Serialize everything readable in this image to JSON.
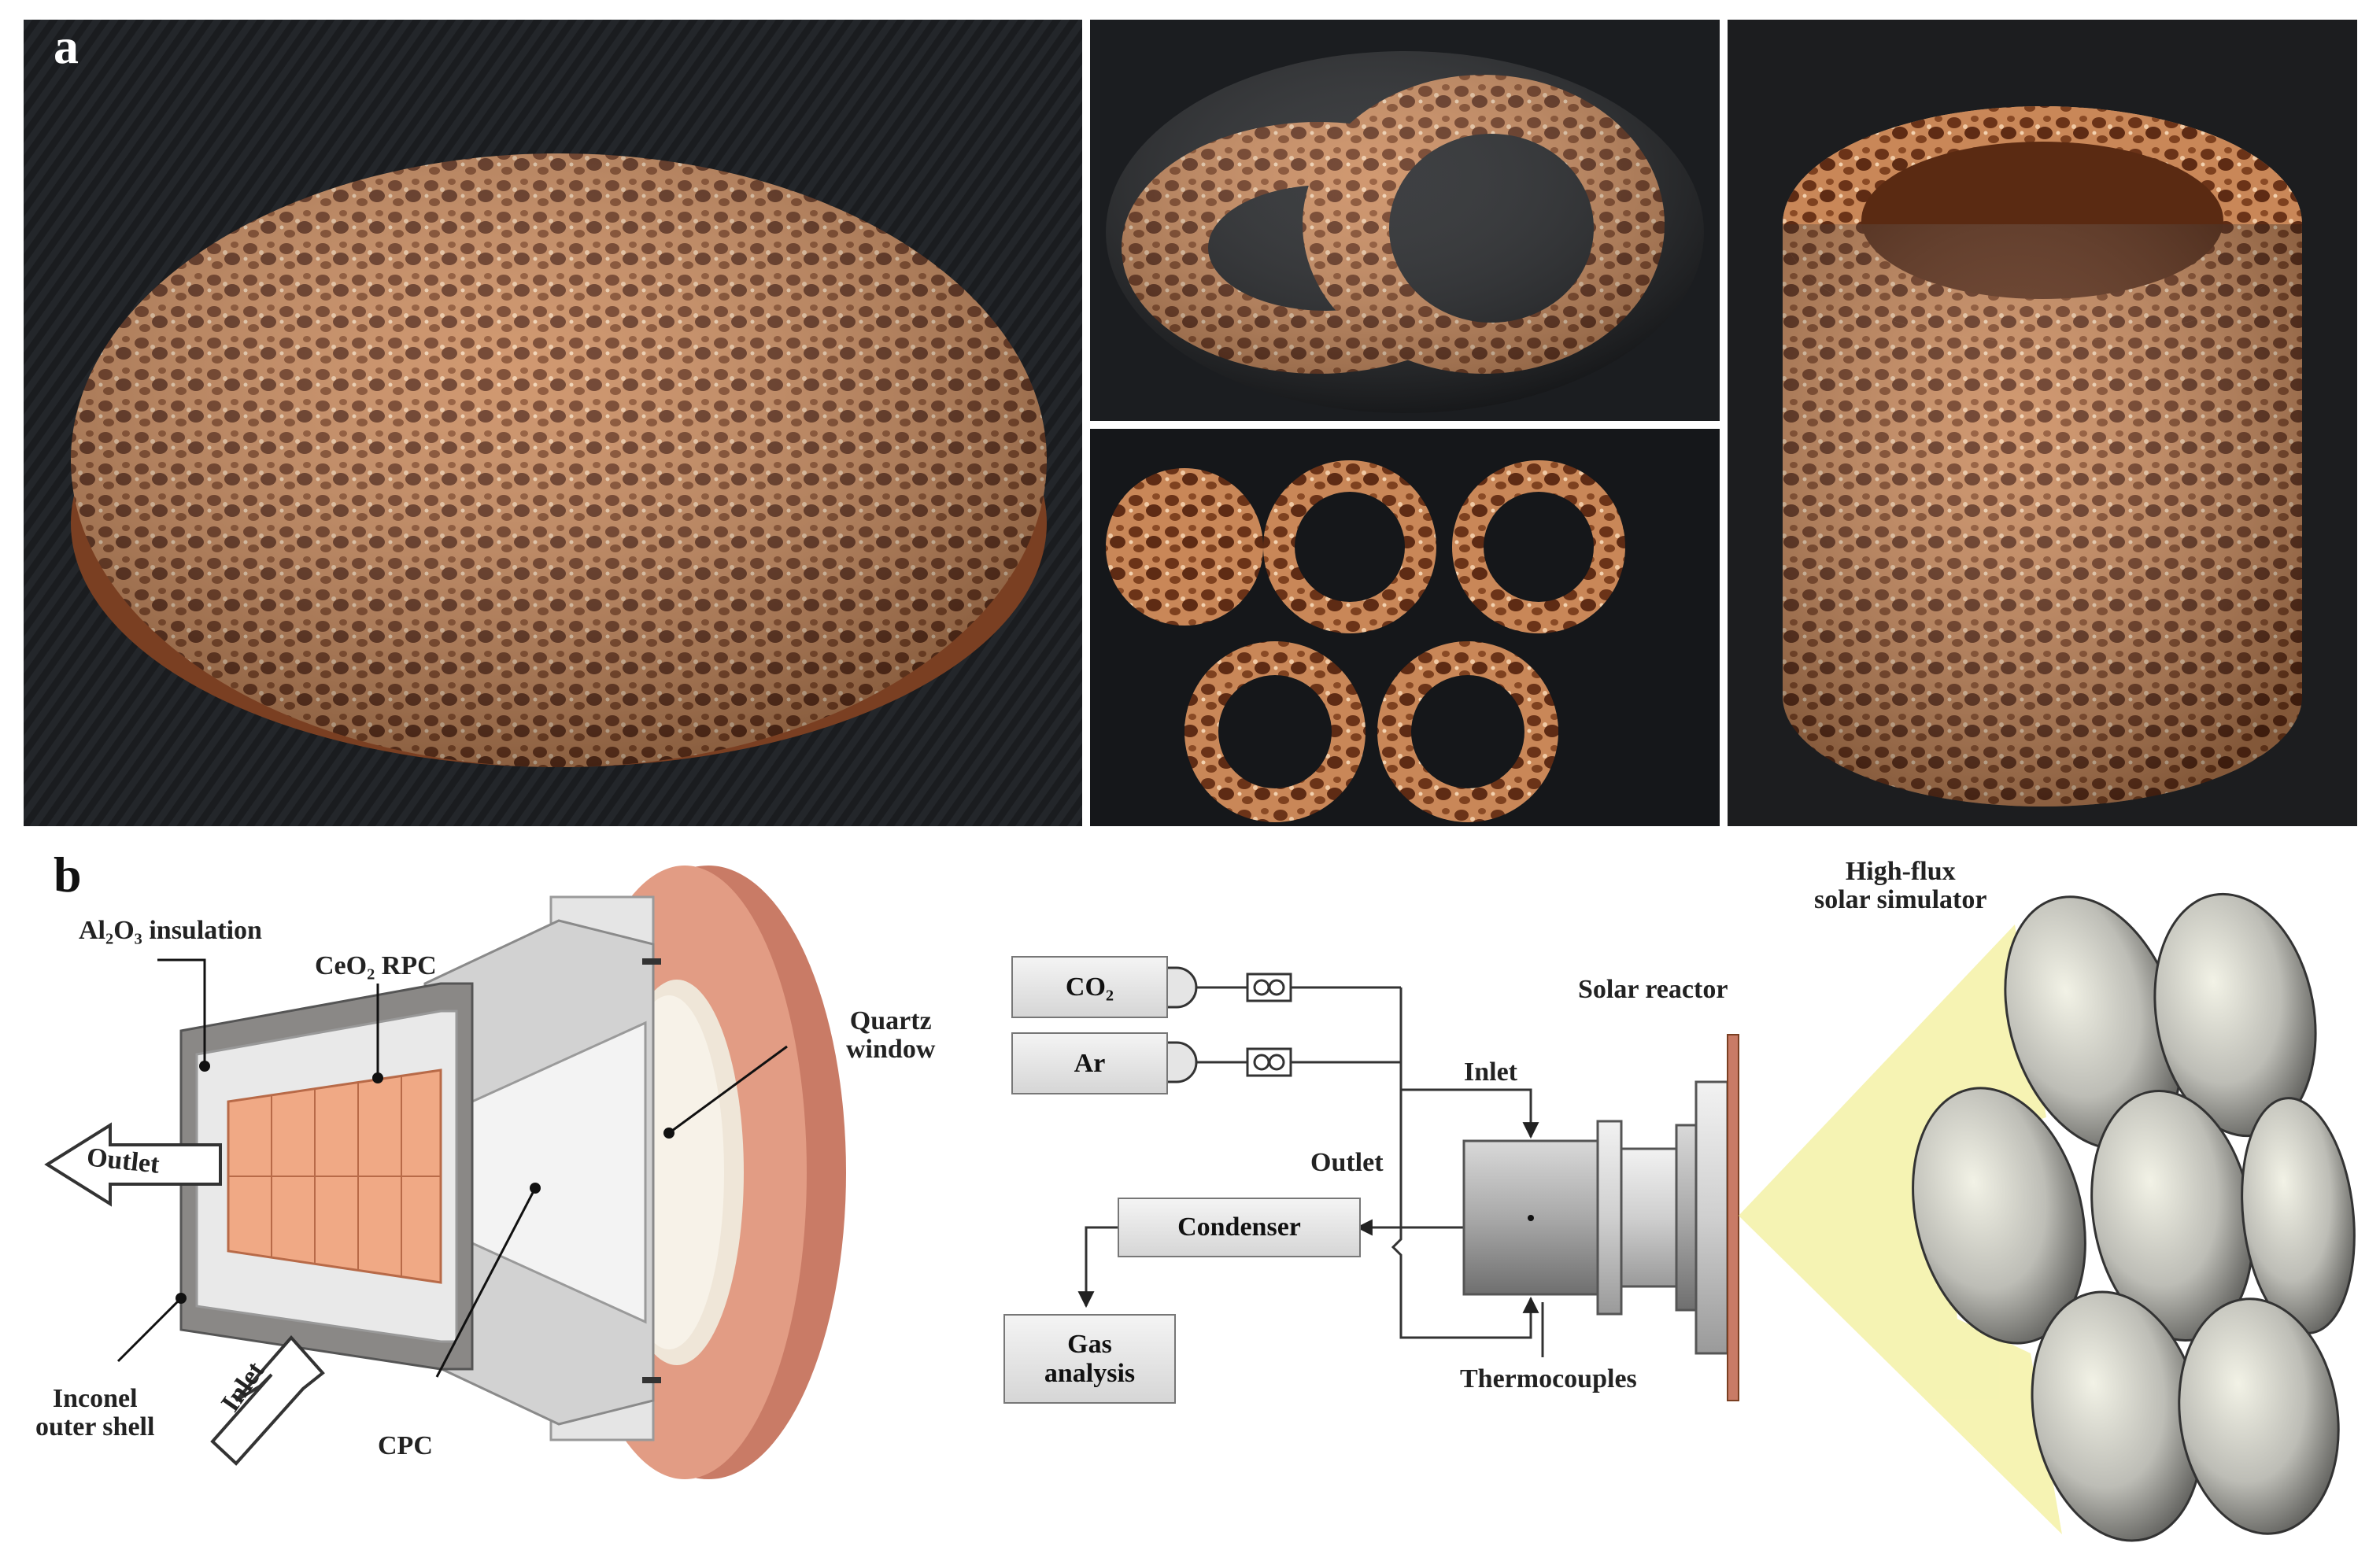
{
  "panel_a": {
    "label": "a",
    "photos": [
      {
        "subject": "porous-ceria-disk-foam"
      },
      {
        "subject": "two-interlocked-porous-rings"
      },
      {
        "subject": "disk-and-four-porous-rings"
      },
      {
        "subject": "porous-cylinder-with-cavity"
      }
    ],
    "colors": {
      "background": "#16181b",
      "foam": "#c9825a",
      "foam_light": "#e0a27c",
      "foam_dark": "#7a3f22"
    }
  },
  "panel_b": {
    "label": "b",
    "reactor_section": {
      "al2o3_insulation_label": "Al₂O₃ insulation",
      "ceo2_rpc_label": "CeO₂ RPC",
      "quartz_window_label": "Quartz\nwindow",
      "outlet_arrow_label": "Outlet",
      "inlet_arrow_label": "Inlet",
      "inconel_shell_label": "Inconel\nouter shell",
      "cpc_label": "CPC"
    },
    "flow_schematic": {
      "co2_label": "CO₂",
      "ar_label": "Ar",
      "condenser_label": "Condenser",
      "gas_analysis_label": "Gas\nanalysis",
      "outlet_label": "Outlet",
      "inlet_label": "Inlet",
      "solar_reactor_label": "Solar reactor",
      "thermocouples_label": "Thermocouples",
      "simulator_label": "High-flux\nsolar simulator"
    },
    "colors": {
      "rpc": "#f0a985",
      "shell": "#8a8886",
      "insulation": "#e6e6e6",
      "copper_ring": "#d98a74",
      "light_beam": "#f4f1a6"
    }
  }
}
